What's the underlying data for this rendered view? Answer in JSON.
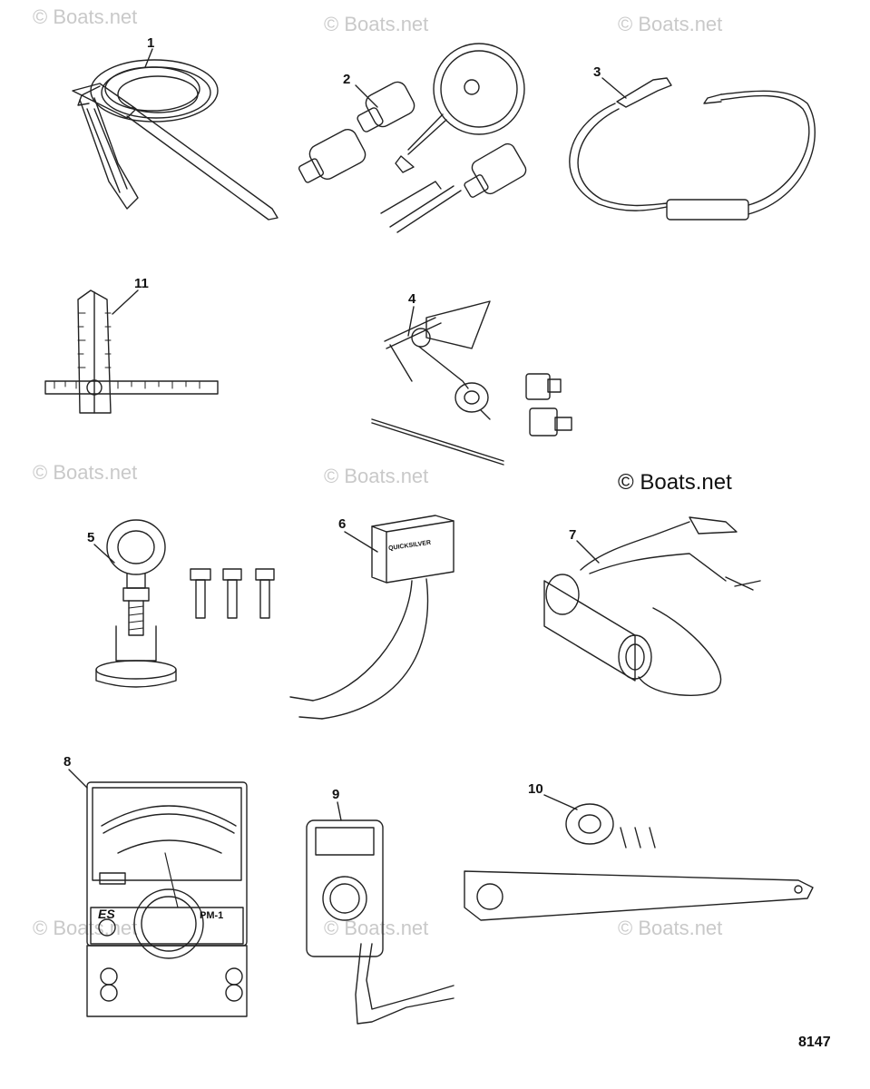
{
  "watermark": "© Boats.net",
  "figure_number": "8147",
  "callouts": [
    "1",
    "2",
    "3",
    "4",
    "5",
    "6",
    "7",
    "8",
    "9",
    "10",
    "11"
  ],
  "labels": {
    "quicksilver": "QUICKSILVER",
    "meter_brand": "ES",
    "meter_model": "PM-1"
  }
}
